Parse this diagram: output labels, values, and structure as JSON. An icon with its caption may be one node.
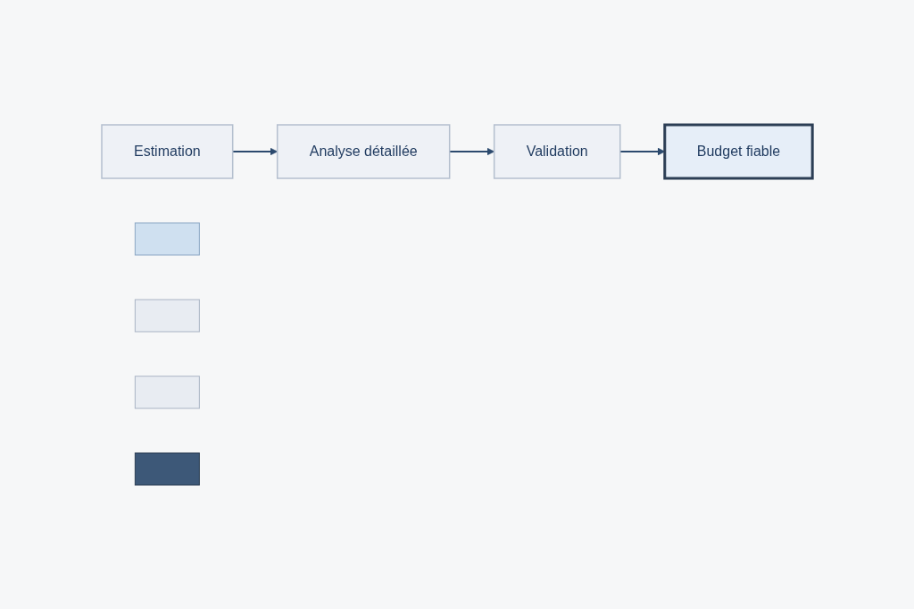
{
  "diagram": {
    "nodes": [
      {
        "text": [
          "Estimation"
        ]
      },
      {
        "text": [
          "Analyse détaillée"
        ]
      },
      {
        "text": [
          "Validation"
        ]
      },
      {
        "text": [
          "Budget fiable"
        ]
      },
      {
        "text": [],
        "shape": "box"
      },
      {
        "text": [],
        "shape": "box"
      },
      {
        "text": [],
        "shape": "box"
      },
      {
        "text": [],
        "shape": "box"
      }
    ],
    "edges": [
      {
        "from": 0,
        "to": 1,
        "arrow": "to"
      },
      {
        "from": 1,
        "to": 2,
        "arrow": "to"
      },
      {
        "from": 2,
        "to": 3,
        "arrow": "to"
      }
    ]
  }
}
